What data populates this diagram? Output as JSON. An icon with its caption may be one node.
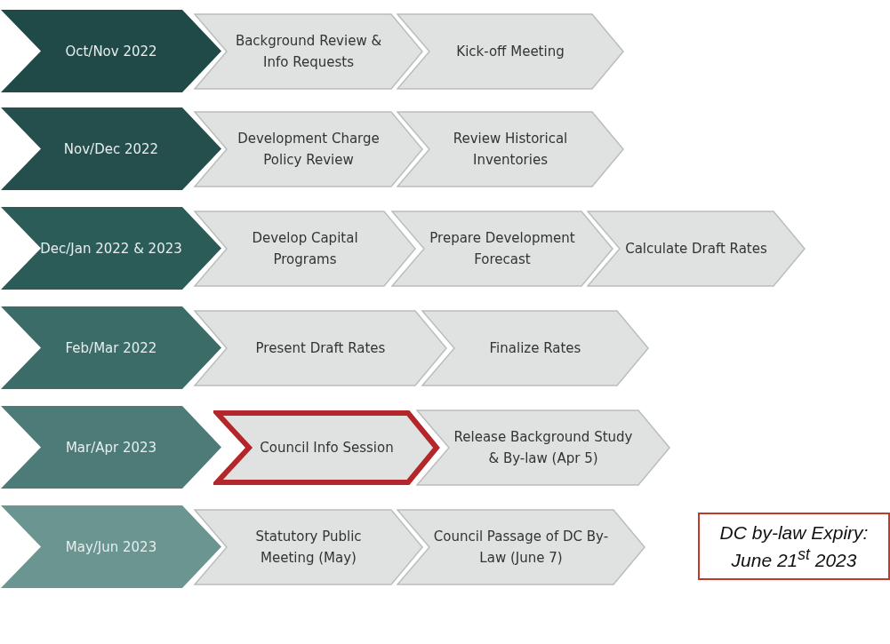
{
  "diagram": {
    "nodes": [
      {
        "text": [
          "Oct/Nov 2022"
        ]
      },
      {
        "text": [
          "Background Review & Info Requests"
        ]
      },
      {
        "text": [
          "Kick-off Meeting"
        ]
      },
      {
        "text": [
          "Nov/Dec 2022"
        ]
      },
      {
        "text": [
          "Development Charge Policy Review"
        ]
      },
      {
        "text": [
          "Review Historical Inventories"
        ]
      },
      {
        "text": [
          "Dec/Jan 2022 & 2023"
        ]
      },
      {
        "text": [
          "Develop Capital Programs"
        ]
      },
      {
        "text": [
          "Prepare Development Forecast"
        ]
      },
      {
        "text": [
          "Calculate Draft Rates"
        ]
      },
      {
        "text": [
          "Feb/Mar 2022"
        ]
      },
      {
        "text": [
          "Present Draft Rates"
        ]
      },
      {
        "text": [
          "Finalize Rates"
        ]
      },
      {
        "text": [
          "Mar/Apr 2023"
        ]
      },
      {
        "text": [
          "Council Info Session"
        ]
      },
      {
        "text": [
          "Release Background Study & By-law (Apr 5)"
        ]
      },
      {
        "text": [
          "May/Jun 2023"
        ]
      },
      {
        "text": [
          "Statutory Public Meeting (May)"
        ]
      },
      {
        "text": [
          "Council Passage of DC By-Law (June 7)"
        ]
      },
      {
        "text": [
          "DC by-law Expiry: June 21$^{st}$ 2023"
        ]
      }
    ]
  }
}
